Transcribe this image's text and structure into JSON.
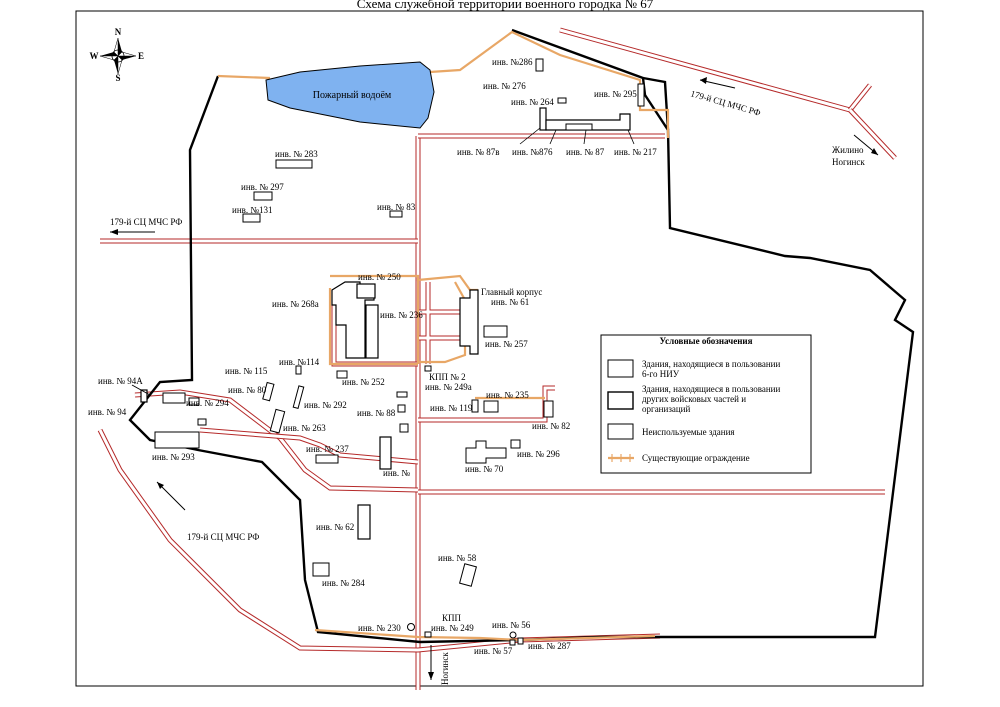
{
  "title": "Схема служебной территории военного городка № 67",
  "compass": {
    "n": "N",
    "s": "S",
    "w": "W",
    "e": "E"
  },
  "pond_label": "Пожарный водоём",
  "direction_labels": {
    "ne_road": "179-й СЦ МЧС РФ",
    "west_road": "179-й СЦ МЧС РФ",
    "sw_road": "179-й СЦ МЧС РФ",
    "zhilino": "Жилино",
    "noginsk_ne": "Ногинск",
    "noginsk_s": "Ногинск"
  },
  "labels": {
    "b286": "инв. №286",
    "b276": "инв. № 276",
    "b264": "инв. № 264",
    "b295": "инв. № 295",
    "b87v": "инв. № 87в",
    "b876": "инв. №876",
    "b87": "инв. № 87",
    "b217": "инв. № 217",
    "b283": "инв. № 283",
    "b297": "инв. № 297",
    "b131": "инв. №131",
    "b83": "инв. № 83",
    "b250": "инв. № 250",
    "main_title": "Главный корпус",
    "b61": "инв. № 61",
    "b268a": "инв. № 268а",
    "b236": "инв. № 236",
    "b257": "инв. № 257",
    "b115": "инв. № 115",
    "b114": "инв. №114",
    "b252": "инв. № 252",
    "kpp2": "КПП № 2",
    "b249a": "инв. № 249а",
    "b235": "инв. № 235",
    "b94a": "инв. № 94А",
    "b80": "инв. № 80",
    "b294": "инв. № 294",
    "b292": "инв. № 292",
    "b88": "инв. № 88",
    "b119": "инв. № 119",
    "b82": "инв. № 82",
    "b94": "инв. № 94",
    "b263": "инв. № 263",
    "b237": "инв. № 237",
    "b296": "инв. № 296",
    "b293": "инв. № 293",
    "bno": "инв. №",
    "b70": "инв. № 70",
    "b62": "инв. № 62",
    "b58": "инв. № 58",
    "b284": "инв. № 284",
    "kpp": "КПП",
    "b230": "инв. № 230",
    "b249": "инв. № 249",
    "b56": "инв. № 56",
    "b57": "инв. № 57",
    "b287": "инв. № 287"
  },
  "legend": {
    "title": "Условные обозначения",
    "item1_line1": "Здания, находящиеся в пользовании",
    "item1_line2": "6-го НИУ",
    "item2_line1": "Здания, находящиеся в пользовании",
    "item2_line2": "других войсковых частей и",
    "item2_line3": "организаций",
    "item3": "Неиспользуемые здания",
    "item4": "Существующие ограждение"
  },
  "colors": {
    "road": "#b52a2a",
    "fence": "#e8a766",
    "pond": "#7fb2f0",
    "border": "#000000"
  }
}
